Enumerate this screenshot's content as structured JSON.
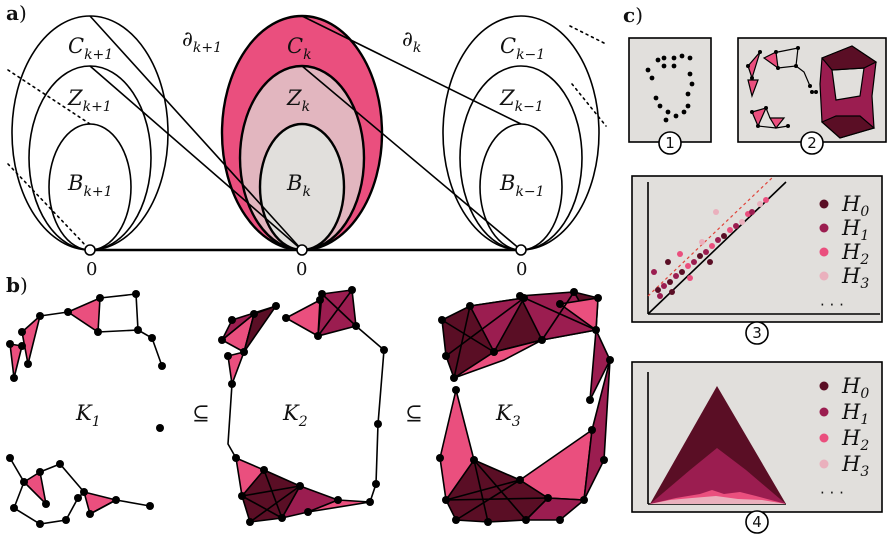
{
  "panels": {
    "a": {
      "letter": "a",
      "paren": ")"
    },
    "b": {
      "letter": "b",
      "paren": ")"
    },
    "c": {
      "letter": "c",
      "paren": ")"
    }
  },
  "chain": {
    "left": {
      "C": "C",
      "C_sub": "k+1",
      "Z": "Z",
      "Z_sub": "k+1",
      "B": "B",
      "B_sub": "k+1",
      "zero": "0"
    },
    "middle": {
      "C": "C",
      "C_sub": "k",
      "Z": "Z",
      "Z_sub": "k",
      "B": "B",
      "B_sub": "k",
      "zero": "0"
    },
    "right": {
      "C": "C",
      "C_sub": "k−1",
      "Z": "Z",
      "Z_sub": "k−1",
      "B": "B",
      "B_sub": "k−1",
      "zero": "0"
    },
    "boundary1": {
      "sym": "∂",
      "sub": "k+1"
    },
    "boundary2": {
      "sym": "∂",
      "sub": "k"
    }
  },
  "filtration": {
    "k1": {
      "sym": "K",
      "sub": "1"
    },
    "k2": {
      "sym": "K",
      "sub": "2"
    },
    "k3": {
      "sym": "K",
      "sub": "3"
    },
    "subset": "⊆"
  },
  "pipeline": {
    "step1": "1",
    "step2": "2",
    "step3": "3",
    "step4": "4",
    "legend": [
      {
        "sym": "H",
        "sub": "0",
        "color": "#5a0e25"
      },
      {
        "sym": "H",
        "sub": "1",
        "color": "#9b1d50"
      },
      {
        "sym": "H",
        "sub": "2",
        "color": "#ea4f7e"
      },
      {
        "sym": "H",
        "sub": "3",
        "color": "#eab0bd"
      }
    ],
    "ellipsis": "· · ·"
  },
  "colors": {
    "dark": "#5a0e25",
    "mid": "#9b1d50",
    "pink": "#ea4f7e",
    "light": "#eab0bd",
    "panel_bg": "#e1dfdc",
    "center_light": "#e2b6bf"
  }
}
